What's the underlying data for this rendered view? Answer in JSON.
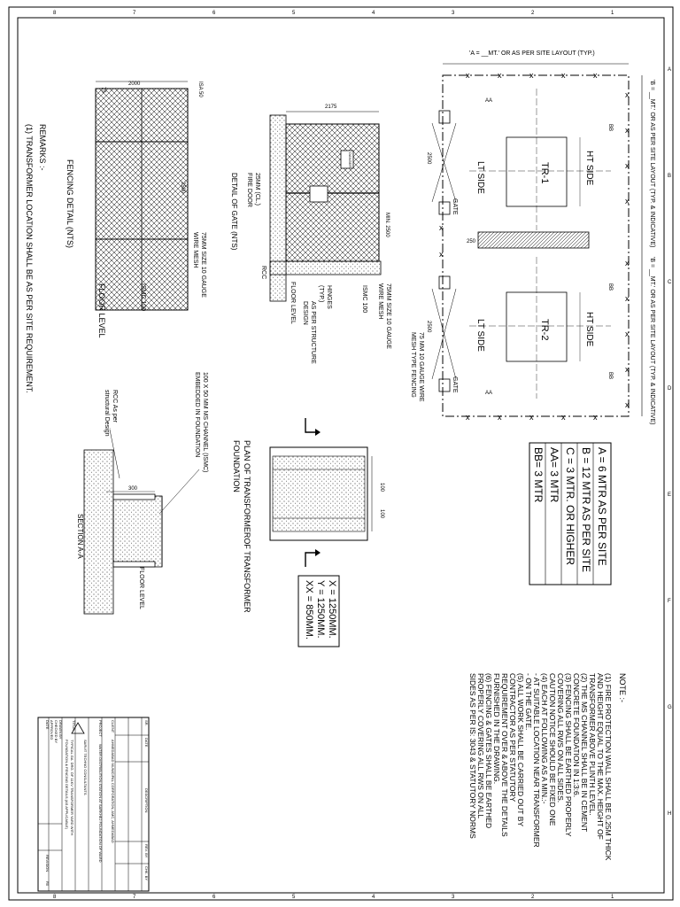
{
  "sheet": {
    "grid_top": [
      "8",
      "7",
      "6",
      "5",
      "4",
      "3",
      "2",
      "1"
    ],
    "grid_side": [
      "A",
      "B",
      "C",
      "D",
      "E",
      "F",
      "G",
      "H"
    ]
  },
  "layout_plan": {
    "top_dim": "'A = __MT.' OR AS PER SITE LAYOUT (TYP.)",
    "right_dim_1": "'B = __MT.' OR AS PER SITE LAYOUT (TYP. & INDICATIVE)",
    "right_dim_2": "'B = __MT.' OR AS PER SITE LAYOUT (TYP. & INDICATIVE)",
    "tr1": "TR-1",
    "tr2": "TR-2",
    "ht_side": "HT SIDE",
    "lt_side": "LT SIDE",
    "gate": "GATE",
    "aa": "AA",
    "bb": "BB",
    "dim_2500": "2500",
    "dim_250": "250",
    "mesh_note_1": "75 MM 10 GAUGE WIRE",
    "mesh_note_2": "MESH TYPE FENCING"
  },
  "legend": {
    "items": [
      "A = 6 MTR AS PER SITE",
      "B = 12 MTR AS PER SITE",
      "C = 3 MTR. OR HIGHER",
      "AA= 3 MTR",
      "BB= 3 MTR"
    ]
  },
  "foundation": {
    "xy_box": [
      "X = 1250MM.",
      "Y = 1250MM.",
      "XX = 850MM."
    ],
    "plan_title_1": "PLAN OF TRANSFORMEROF TRANSFORMER",
    "plan_title_2": "FOUNDATION",
    "dim_100": "100",
    "section_title": "SECTION A-A",
    "floor_level": "FLOOR LEVEL",
    "rcc_note_1": "RCC As per",
    "rcc_note_2": "structural Design",
    "channel_note_1": "100 X 50 MM MS CHANNEL (ISMC)",
    "channel_note_2": "EMBEDDED IN FOUNDATION",
    "dim_300": "300"
  },
  "fencing": {
    "title": "FENCING DETAIL (NTS)",
    "dim_2000": "2000",
    "dim_2500": "2500",
    "dim_75": "75",
    "isa": "ISA 50",
    "mesh_1": "75MM SIZE 10 GAUGE",
    "mesh_2": "WIRE MESH",
    "ismc": "ISMC 100",
    "floor": "FLOOR LEVEL"
  },
  "gate": {
    "title": "DETAIL OF GATE (NTS)",
    "dim_2175": "2175",
    "fire_1": "25MM (CL.)",
    "fire_2": "FIRE DOOR",
    "mesh_1": "75MM SIZE 10 GAUGE",
    "mesh_2": "WIRE MESH",
    "ismc": "ISMC 100",
    "hinges_1": "HINGES",
    "hinges_2": "(TYP.)",
    "structure_1": "AS PER STRUCTURE",
    "structure_2": "DESIGN",
    "floor": "FLOOR LEVEL",
    "rcc": "RCC",
    "danger": "DANGER",
    "dim_min": "MIN. 2500"
  },
  "remarks": {
    "title": "REMARKS :-",
    "line1": "(1) TRANSFORMER LOCATION SHALL BE AS PER SITE REQUIREMENT."
  },
  "notes": {
    "title": "NOTE :-",
    "lines": [
      "(1) FIRE PROTECTION WALL SHALL BE 0.25M THICK",
      "AND HEIGHT EQUAL TO THE MAX. HEIGHT OF",
      "TRANSFORMER ABOVE PLINTH LEVEL.",
      "(2) THE MS CHANNEL SHALL BE IN CEMENT",
      "CONCRETE FOUNDATION IN 1:3:6.",
      "(3) FENCING SHALL BE EARTHED PROPERLY",
      "COVERING ALL RWS ON ALL SIDES.",
      "CAUTION NOTICE SHOULD BE FIXED ONE",
      "(4) EACH AT FOLLOWING AS A MIN.:-",
      "- AT SUITABLE LOCATION NEAR TRANSFORMER",
      "- ON THE GATE.",
      "(5) ALL WORK SHALL BE CARRIED OUT BY",
      "CONTRACTOR AS PER STATUTORY",
      "REQUIREMENT OVER & ABOVE THE DETAILS",
      "FURNISHED IN THE DRAWING.",
      "(6) FENCING & GATES SHALL BE EARTHED",
      "PROPERLY COVERING ALL RWS ON ALL",
      "SIDES AS PER IS: 3043 & STATUTORY NORMS"
    ]
  },
  "titleblock": {
    "client_label": "CLIENT",
    "client": "AHMEDABAD MUNICIPAL CORPORATION, AMC, AHMEDABAD",
    "project_label": "PROJECT",
    "project": "WATER DISTRIBUTION STATION AT SARKHEJ FOUNDATION OF WARD",
    "consultant": "SARVIT TECHNO CONSULTANTS",
    "title_label": "TITLE:",
    "title_1": "TYPICAL GA. DRG. OF 11KV TRANSFORMER YARD WITH",
    "title_2": "FOUNDATION & FENCING DETAILS (AS APPLICABLE)",
    "drawn": "DRAWN BY",
    "checked": "CHECKED BY",
    "approved": "APPROVED",
    "date": "DATE",
    "revision": "REVISION",
    "rev_no": "R0",
    "col_sr": "SR.",
    "col_date": "DATE",
    "col_desc": "DESCRIPTION",
    "col_rev": "REV. BY",
    "col_chk": "CHK. BY"
  }
}
